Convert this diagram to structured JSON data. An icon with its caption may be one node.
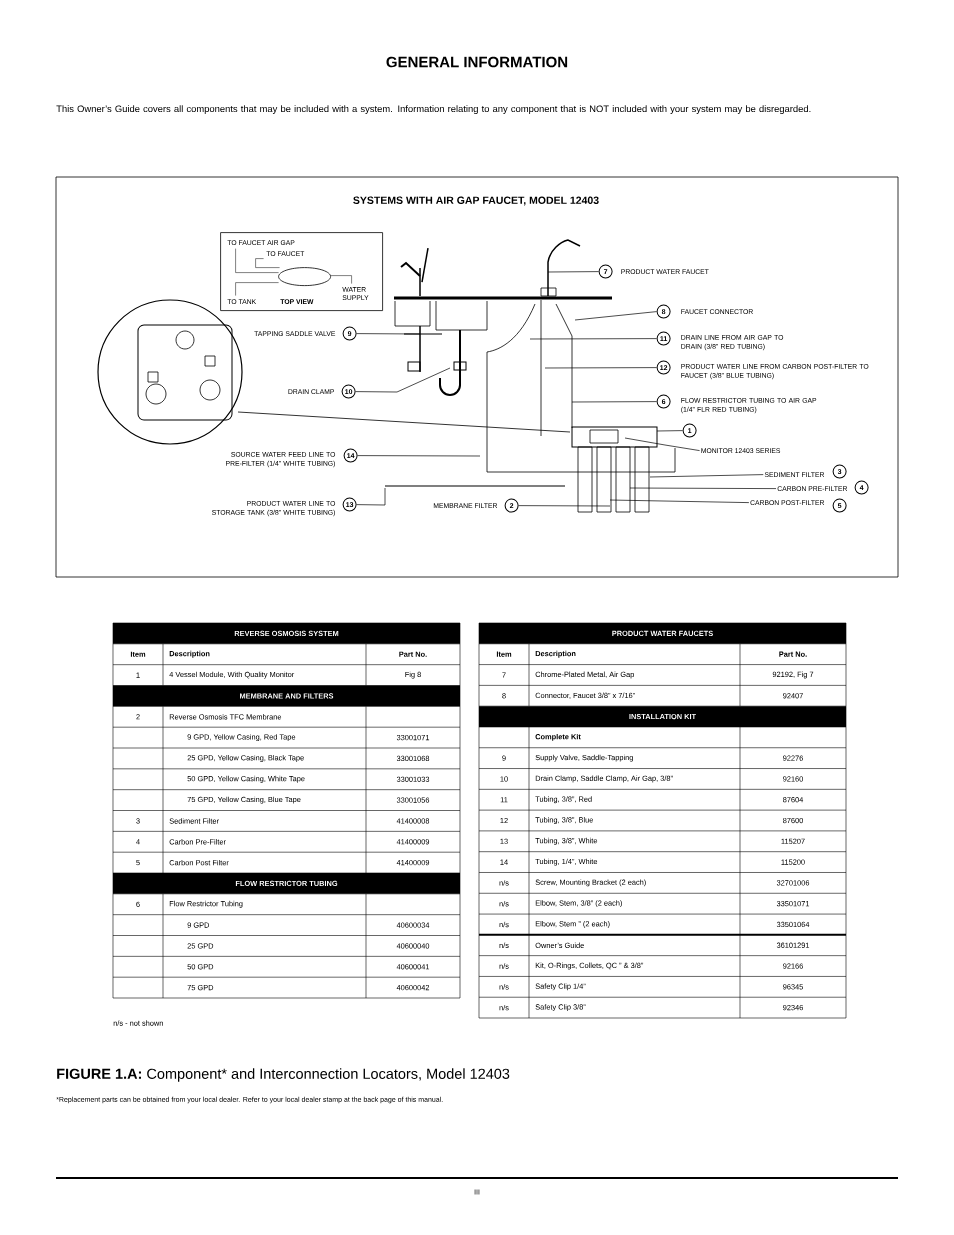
{
  "diagram": {
    "title": "GENERAL INFORMATION",
    "caption": "**FIGURE 1.A:** Component* and Interconnection Locators, Model 12403",
    "nodes": [
      {
        "text": [
          "SYSTEMS WITH AIR GAP FAUCET, MODEL 12403"
        ]
      },
      {
        "text": [
          "TO FAUCET AIR GAP",
          "TO FAUCET",
          "TO TANK",
          "TOP VIEW",
          "WATER SUPPLY"
        ],
        "in": 0
      },
      {
        "text": [
          "7"
        ],
        "beside": [
          "PRODUCT WATER FAUCET"
        ],
        "in": 0
      },
      {
        "text": [
          "8"
        ],
        "beside": [
          "FAUCET CONNECTOR"
        ],
        "in": 0
      },
      {
        "text": [
          "11"
        ],
        "beside": [
          "DRAIN LINE FROM AIR GAP TO DRAIN (3/8” RED TUBING)"
        ],
        "in": 0
      },
      {
        "text": [
          "12"
        ],
        "beside": [
          "PRODUCT WATER LINE FROM CARBON POST-FILTER TO FAUCET (3/8” BLUE TUBING)"
        ],
        "in": 0
      },
      {
        "text": [
          "6"
        ],
        "beside": [
          "FLOW RESTRICTOR TUBING TO AIR GAP (1/4” FLR RED TUBING)"
        ],
        "in": 0
      },
      {
        "text": [
          "1"
        ],
        "in": 0
      },
      {
        "text": [
          "MONITOR 12403 SERIES"
        ],
        "in": 0
      },
      {
        "text": [
          "3"
        ],
        "beside": [
          "SEDIMENT FILTER"
        ],
        "in": 0
      },
      {
        "text": [
          "4"
        ],
        "beside": [
          "CARBON PRE-FILTER"
        ],
        "in": 0
      },
      {
        "text": [
          "5"
        ],
        "beside": [
          "CARBON POST-FILTER"
        ],
        "in": 0
      },
      {
        "text": [
          "9"
        ],
        "beside": [
          "TAPPING SADDLE VALVE"
        ],
        "in": 0
      },
      {
        "text": [
          "10"
        ],
        "beside": [
          "DRAIN CLAMP"
        ],
        "in": 0
      },
      {
        "text": [
          "14"
        ],
        "beside": [
          "SOURCE WATER FEED LINE TO PRE-FILTER (1/4” WHITE TUBING)"
        ],
        "in": 0
      },
      {
        "text": [
          "13"
        ],
        "beside": [
          "PRODUCT WATER LINE TO STORAGE TANK (3/8” WHITE TUBING)"
        ],
        "in": 0
      },
      {
        "text": [
          "2"
        ],
        "beside": [
          "MEMBRANE FILTER"
        ],
        "in": 0
      }
    ],
    "edges": [
      {
        "from": 2,
        "to": null,
        "arrow": "none"
      },
      {
        "from": 3,
        "to": null,
        "arrow": "none"
      },
      {
        "from": 4,
        "to": null,
        "arrow": "none"
      },
      {
        "from": 5,
        "to": null,
        "arrow": "none"
      },
      {
        "from": 6,
        "to": null,
        "arrow": "none"
      },
      {
        "from": 7,
        "to": null,
        "arrow": "none"
      },
      {
        "from": 8,
        "to": null,
        "arrow": "none"
      },
      {
        "from": 9,
        "to": null,
        "arrow": "none"
      },
      {
        "from": 10,
        "to": null,
        "arrow": "none"
      },
      {
        "from": 11,
        "to": null,
        "arrow": "none"
      },
      {
        "from": 12,
        "to": null,
        "arrow": "none"
      },
      {
        "from": 13,
        "to": null,
        "arrow": "none"
      },
      {
        "from": 14,
        "to": null,
        "arrow": "none"
      },
      {
        "from": 15,
        "to": null,
        "arrow": "none"
      },
      {
        "from": 16,
        "to": null,
        "arrow": "none"
      }
    ],
    "labels": [
      "This Owner’s Guide covers all components that may be included with a system. Information relating to any component that is NOT included with your system may be disregarded.",
      "REVERSE OSMOSIS SYSTEM",
      "Item",
      "Description",
      "Part No.",
      "1",
      "4 Vessel Module, With Quality Monitor",
      "Fig 8",
      "MEMBRANE AND FILTERS",
      "2",
      "Reverse Osmosis TFC Membrane",
      "9 GPD, Yellow Casing, Red Tape",
      "33001071",
      "25 GPD, Yellow Casing, Black Tape",
      "33001068",
      "50 GPD, Yellow Casing, White Tape",
      "33001033",
      "75 GPD, Yellow Casing, Blue Tape",
      "33001056",
      "3",
      "Sediment Filter",
      "41400008",
      "4",
      "Carbon Pre-Filter",
      "41400009",
      "5",
      "Carbon Post Filter",
      "41400009",
      "FLOW RESTRICTOR TUBING",
      "6",
      "Flow Restrictor Tubing",
      "9 GPD",
      "40600034",
      "25 GPD",
      "40600040",
      "50 GPD",
      "40600041",
      "75 GPD",
      "40600042",
      "PRODUCT WATER FAUCETS",
      "Item",
      "Description",
      "Part No.",
      "7",
      "Chrome-Plated Metal, Air Gap",
      "92192, Fig 7",
      "8",
      "Connector, Faucet 3/8” x 7/16”",
      "92407",
      "INSTALLATION KIT",
      "Complete Kit",
      "9",
      "Supply Valve, Saddle-Tapping",
      "92276",
      "10",
      "Drain Clamp, Saddle Clamp, Air Gap, 3/8”",
      "92160",
      "11",
      "Tubing, 3/8”, Red",
      "87604",
      "12",
      "Tubing, 3/8”, Blue",
      "87600",
      "13",
      "Tubing, 3/8”, White",
      "115207",
      "14",
      "Tubing, 1/4”, White",
      "115200",
      "n/s",
      "Screw, Mounting Bracket (2 each)",
      "32701006",
      "n/s",
      "Elbow, Stem, 3/8” (2 each)",
      "33501071",
      "n/s",
      "Elbow, Stem ” (2 each)",
      "33501064",
      "n/s",
      "Owner’s Guide",
      "36101291",
      "n/s",
      "Kit, O-Rings, Collets, QC ” & 3/8”",
      "92166",
      "n/s",
      "Safety Clip 1/4”",
      "96345",
      "n/s",
      "Safety Clip 3/8”",
      "92346",
      "n/s - not shown",
      "*Replacement parts can be obtained from your local dealer. Refer to your local dealer stamp at the back page of this manual.",
      "III"
    ]
  }
}
